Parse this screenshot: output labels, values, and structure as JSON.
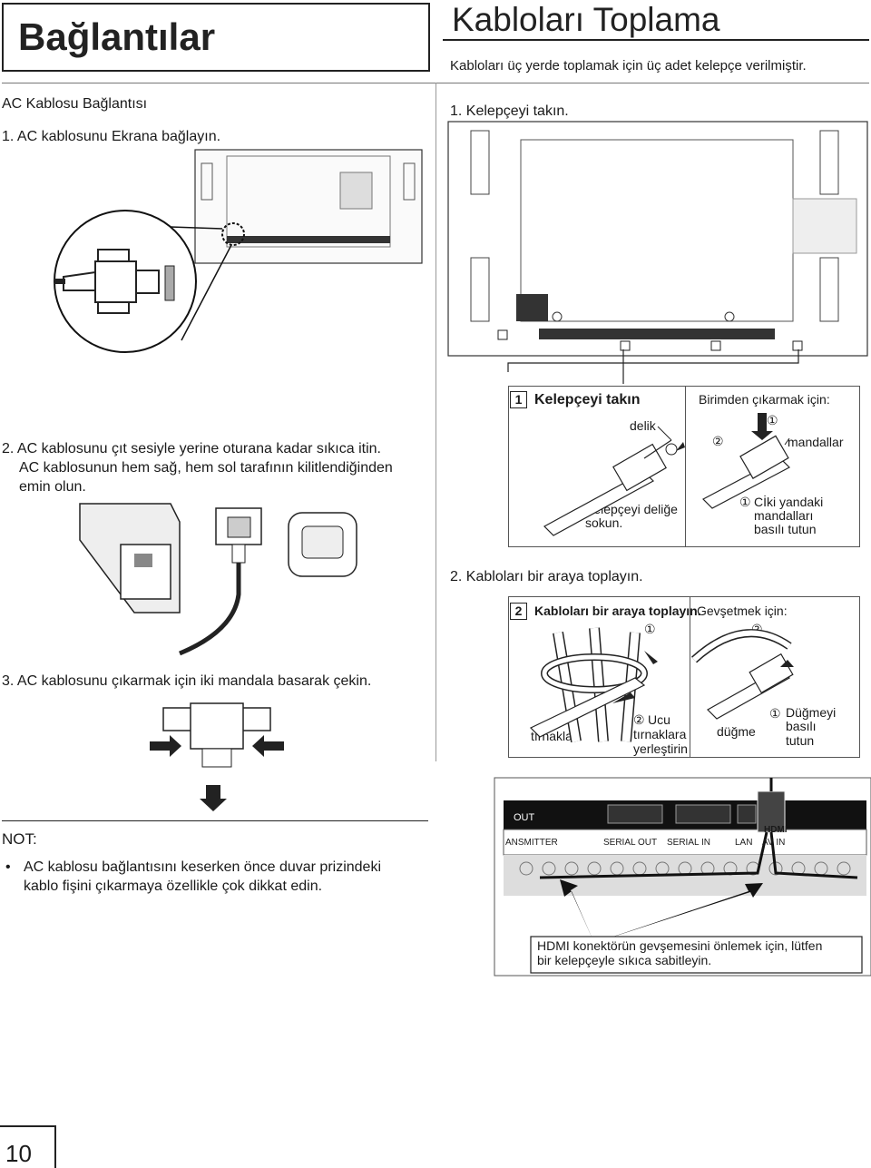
{
  "header": {
    "left_title": "Bağlantılar",
    "right_title": "Kabloları Toplama",
    "right_subtitle": "Kabloları üç yerde toplamak için üç adet kelepçe verilmiştir."
  },
  "left": {
    "section_title": "AC Kablosu Bağlantısı",
    "step1": "1.  AC kablosunu Ekrana bağlayın.",
    "step2_lines": [
      "2.  AC kablosunu çıt sesiyle yerine oturana kadar sıkıca itin.",
      "AC kablosunun hem sağ, hem sol tarafının kilitlendiğinden",
      "emin olun."
    ],
    "step3": "3.  AC kablosunu çıkarmak için iki mandala basarak çekin."
  },
  "right": {
    "step1": "1.  Kelepçeyi takın.",
    "step2": "2.  Kabloları bir araya toplayın.",
    "panel1": {
      "num": "1",
      "title": "Kelepçeyi takın",
      "remove_title": "Birimden çıkarmak için:",
      "label_delik": "delik",
      "label_insert": [
        "Kelepçeyi deliğe",
        "sokun."
      ],
      "label_mandallar": "mandallar",
      "circ1": "①",
      "circ2": "②",
      "label_hold": [
        "Cİki yandaki",
        "mandalları",
        "basılı tutun"
      ]
    },
    "panel2": {
      "num": "2",
      "title": "Kabloları bir araya toplayın.",
      "loosen_title": "Gevşetmek için:",
      "label_tirnaklar": "tırnaklar",
      "label_ucu": [
        "Ucu",
        "tırnaklara",
        "yerleştirin"
      ],
      "label_dugme": "düğme",
      "label_hold_button": [
        "Düğmeyi",
        "basılı",
        "tutun"
      ],
      "circ1": "①",
      "circ2": "②"
    },
    "hdmi_panel": {
      "port_labels": [
        "OUT",
        "ANSMITTER",
        "SERIAL OUT",
        "SERIAL IN",
        "LAN",
        "AV IN",
        "HDMI"
      ],
      "note": [
        "HDMI konektörün gevşemesini önlemek için, lütfen",
        "bir kelepçeyle sıkıca sabitleyin."
      ]
    }
  },
  "note": {
    "title": "NOT:",
    "bullet": "•",
    "lines": [
      "AC kablosu bağlantısını keserken önce duvar prizindeki",
      "kablo fişini çıkarmaya özellikle çok dikkat edin."
    ]
  },
  "page_number": "10"
}
